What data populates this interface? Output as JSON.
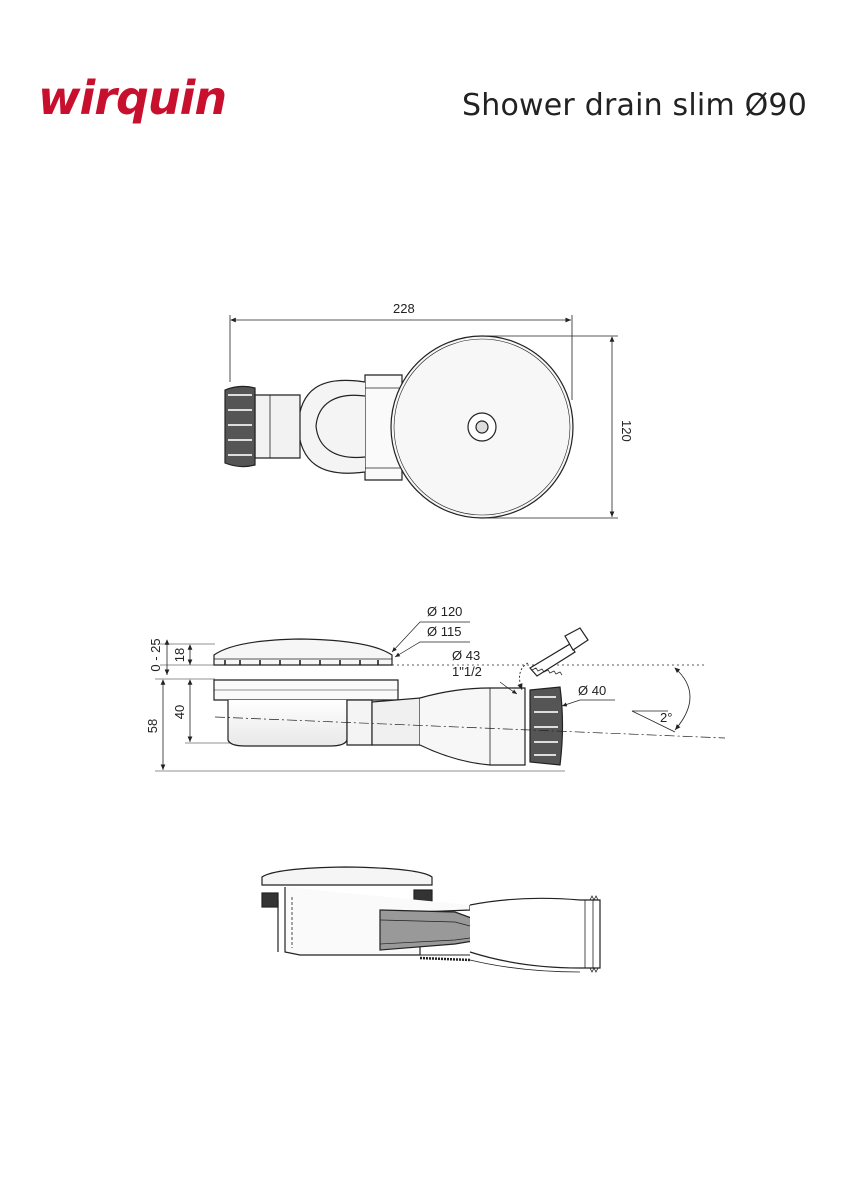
{
  "header": {
    "brand": "wirquin",
    "title": "Shower drain slim Ø90"
  },
  "colors": {
    "brand_red": "#c8102e",
    "line": "#222222",
    "hidden": "#444444"
  },
  "top_view": {
    "dim_width": "228",
    "dim_height": "120"
  },
  "side_view": {
    "dim_cover_range": "0 - 25",
    "dim_18": "18",
    "dim_40": "40",
    "dim_58": "58",
    "label_d120": "Ø 120",
    "label_d115": "Ø 115",
    "label_d43": "Ø 43",
    "label_thread": "1\"1/2",
    "label_d40": "Ø 40",
    "label_slope": "2°"
  }
}
